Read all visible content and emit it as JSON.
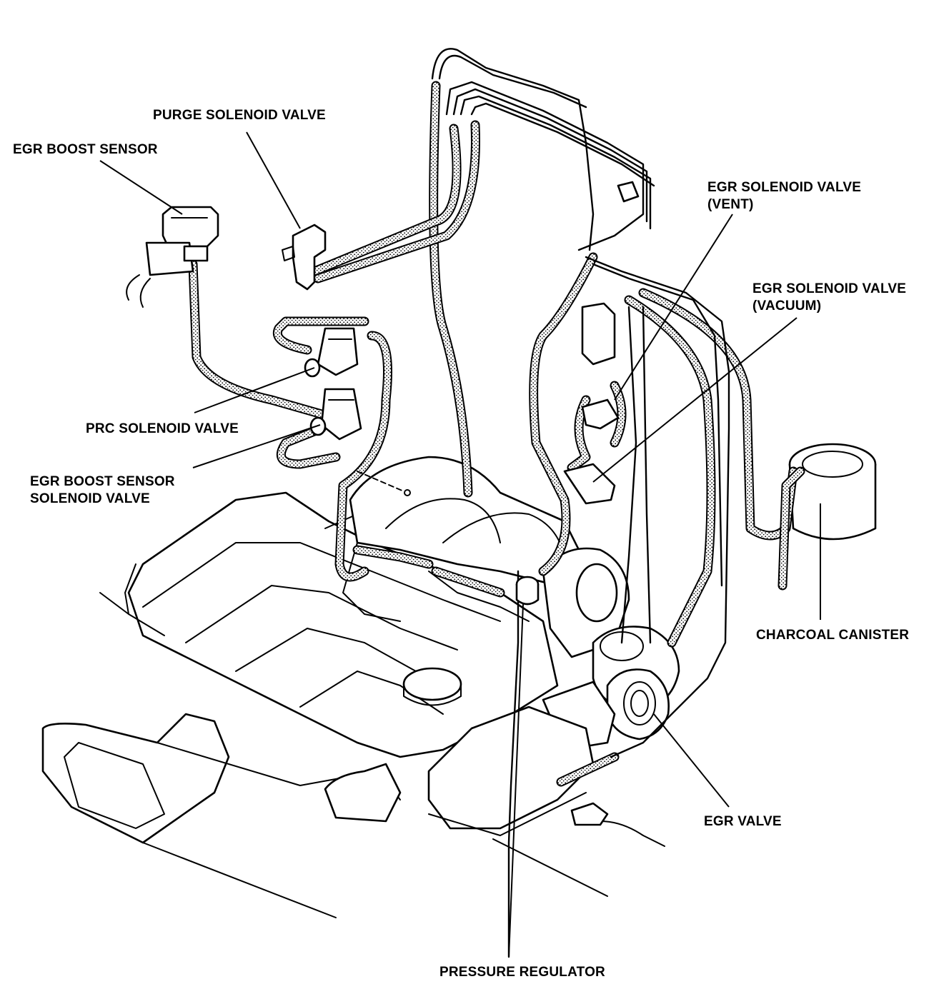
{
  "labels": {
    "purge_solenoid": "PURGE SOLENOID VALVE",
    "egr_boost_sensor": "EGR BOOST SENSOR",
    "egr_solenoid_vent_1": "EGR SOLENOID VALVE",
    "egr_solenoid_vent_2": "(VENT)",
    "egr_solenoid_vacuum_1": "EGR SOLENOID VALVE",
    "egr_solenoid_vacuum_2": "(VACUUM)",
    "prc_solenoid": "PRC SOLENOID VALVE",
    "egr_boost_solenoid_1": "EGR BOOST SENSOR",
    "egr_boost_solenoid_2": "SOLENOID VALVE",
    "charcoal_canister": "CHARCOAL CANISTER",
    "egr_valve": "EGR VALVE",
    "pressure_regulator": "PRESSURE REGULATOR"
  },
  "colors": {
    "ink": "#000000",
    "paper": "#ffffff"
  }
}
